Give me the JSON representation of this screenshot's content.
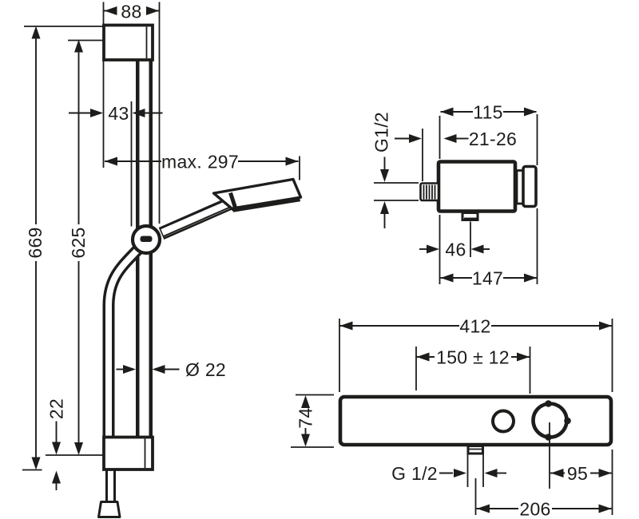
{
  "title": "Shower set technical dimension drawing",
  "colors": {
    "line": "#1d1d1b",
    "background": "#ffffff"
  },
  "shower_set": {
    "bracket_width": "88",
    "rail_offset": "43",
    "max_reach": "max. 297",
    "total_height": "669",
    "bar_height": "625",
    "bar_diameter": "Ø 22",
    "bottom_clearance": "22"
  },
  "thermostat_side": {
    "width": "115",
    "projection": "21-26",
    "inlet_thread": "G1/2",
    "outlet_offset": "46",
    "depth": "147"
  },
  "thermostat_front": {
    "width": "412",
    "inlet_spacing": "150 ± 12",
    "height": "74",
    "outlet_thread": "G 1/2",
    "knob_offset": "95",
    "outlet_to_edge": "206"
  }
}
